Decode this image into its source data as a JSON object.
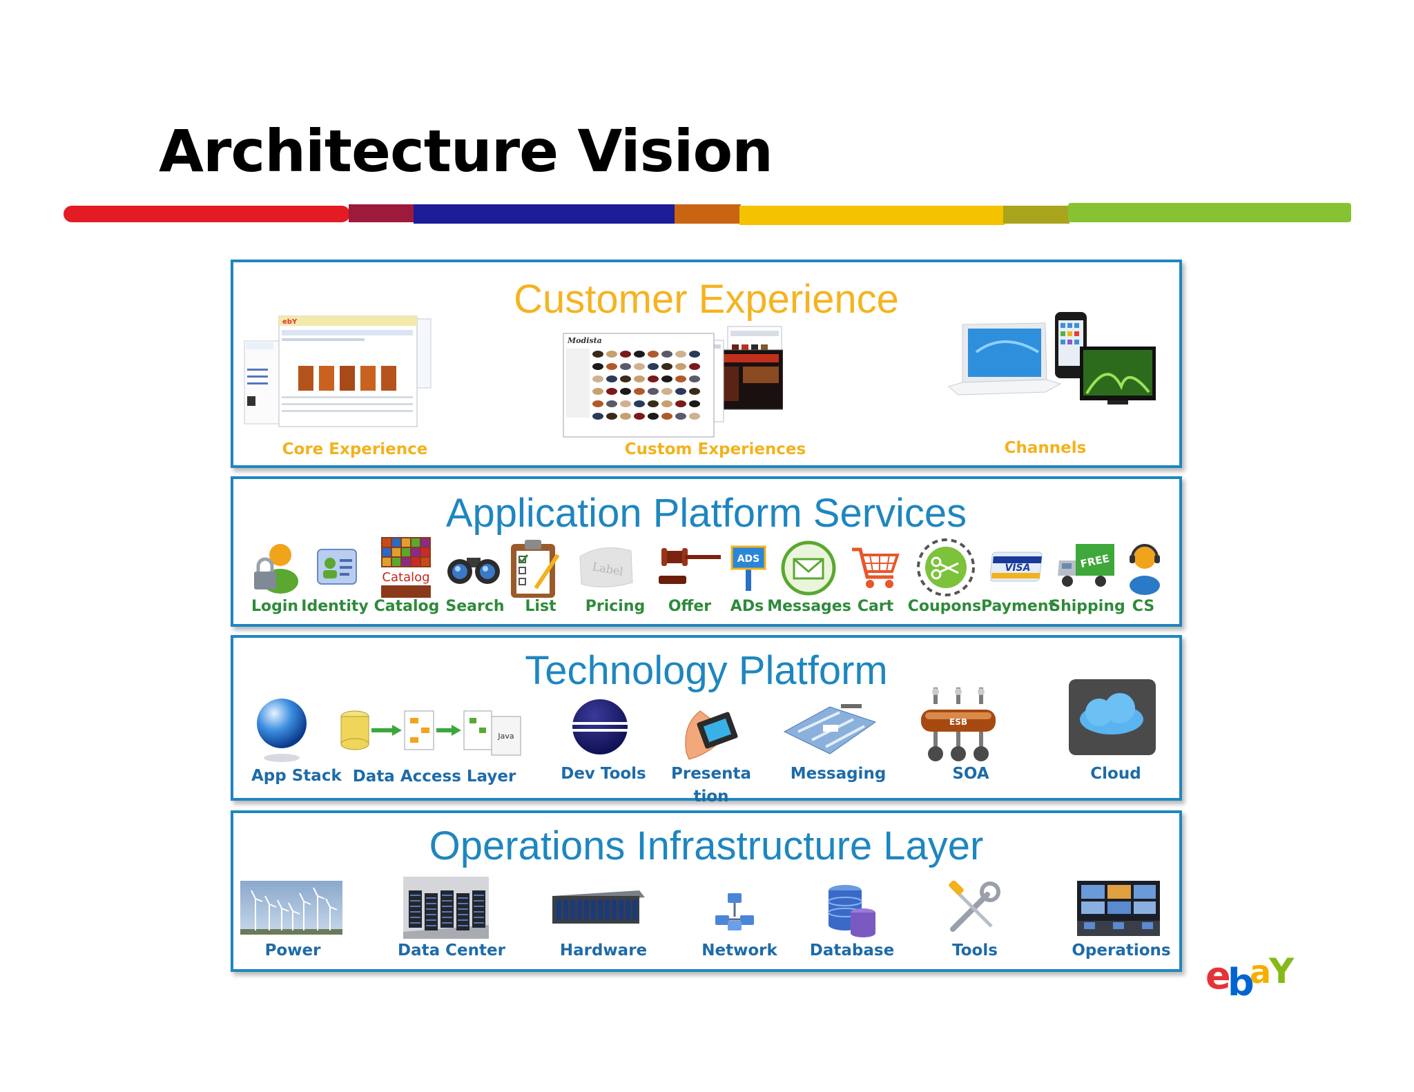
{
  "slide": {
    "title": "Architecture Vision"
  },
  "brand": {
    "logo_text": "ebay",
    "colors": [
      "#e53238",
      "#0064d2",
      "#f5af02",
      "#86b817"
    ]
  },
  "accent_bar_colors": [
    "#e31b23",
    "#9e1a3c",
    "#1b1c96",
    "#c96412",
    "#f5c200",
    "#a8a41c",
    "#86c232"
  ],
  "layers": [
    {
      "title": "Customer Experience",
      "title_color": "#f5b320",
      "items": [
        {
          "label": "Core Experience",
          "icon": "ebay-webpage-screenshots-icon"
        },
        {
          "label": "Custom Experiences",
          "icon": "storefront-screenshots-icon"
        },
        {
          "label": "Channels",
          "icon": "devices-icon"
        }
      ]
    },
    {
      "title": "Application Platform Services",
      "title_color": "#1e86c0",
      "items": [
        {
          "label": "Login",
          "icon": "user-lock-icon"
        },
        {
          "label": "Identity",
          "icon": "id-card-icon"
        },
        {
          "label": "Catalog",
          "icon": "catalog-icon",
          "icon_text": "Catalog"
        },
        {
          "label": "Search",
          "icon": "binoculars-icon"
        },
        {
          "label": "List",
          "icon": "clipboard-icon"
        },
        {
          "label": "Pricing",
          "icon": "price-label-icon",
          "icon_text": "Label"
        },
        {
          "label": "Offer",
          "icon": "gavel-icon"
        },
        {
          "label": "ADs",
          "icon": "ads-sign-icon",
          "icon_text": "ADS"
        },
        {
          "label": "Messages",
          "icon": "envelope-icon"
        },
        {
          "label": "Cart",
          "icon": "shopping-cart-icon"
        },
        {
          "label": "Coupons",
          "icon": "coupon-scissors-icon"
        },
        {
          "label": "Payment",
          "icon": "visa-card-icon",
          "icon_text": "VISA"
        },
        {
          "label": "Shipping",
          "icon": "delivery-truck-icon",
          "icon_text": "FREE"
        },
        {
          "label": "CS",
          "icon": "headset-agent-icon"
        }
      ]
    },
    {
      "title": "Technology Platform",
      "title_color": "#1e86c0",
      "items": [
        {
          "label": "App Stack",
          "icon": "blue-sphere-icon"
        },
        {
          "label": "Data Access Layer",
          "icon": "data-flow-icon",
          "icon_text": "Java"
        },
        {
          "label": "Dev Tools",
          "icon": "eclipse-icon"
        },
        {
          "label": "Presentation",
          "label_line1": "Presenta",
          "label_line2": "tion",
          "icon": "film-strip-icon"
        },
        {
          "label": "Messaging",
          "icon": "messaging-map-icon"
        },
        {
          "label": "SOA",
          "icon": "esb-bus-icon",
          "icon_text": "ESB"
        },
        {
          "label": "Cloud",
          "icon": "cloud-icon"
        }
      ]
    },
    {
      "title": "Operations Infrastructure Layer",
      "title_color": "#1e86c0",
      "items": [
        {
          "label": "Power",
          "icon": "wind-turbines-icon"
        },
        {
          "label": "Data Center",
          "icon": "server-racks-icon"
        },
        {
          "label": "Hardware",
          "icon": "rack-server-icon"
        },
        {
          "label": "Network",
          "icon": "network-icon"
        },
        {
          "label": "Database",
          "icon": "database-icon"
        },
        {
          "label": "Tools",
          "icon": "wrench-screwdriver-icon"
        },
        {
          "label": "Operations",
          "icon": "operations-room-icon"
        }
      ]
    }
  ]
}
